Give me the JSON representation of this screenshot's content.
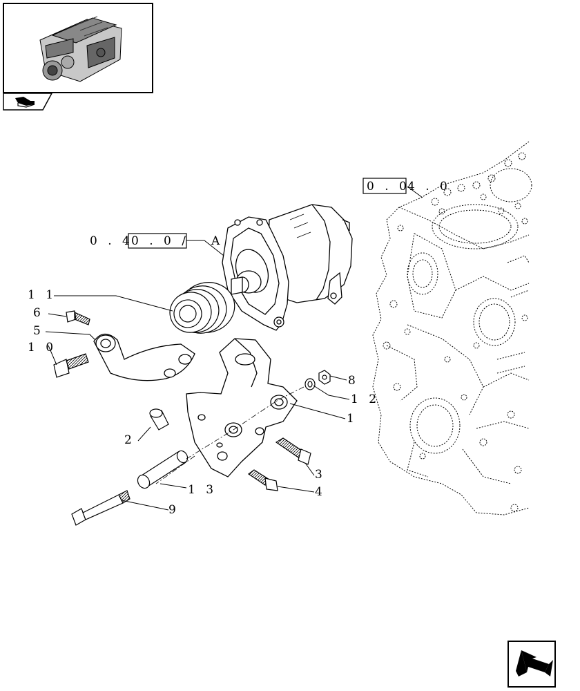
{
  "diagram": {
    "refs": {
      "alternator": {
        "prefix": "0 . 4",
        "boxed": "0 . 0 /",
        "suffix": "A"
      },
      "block": {
        "boxed": "0 . 0",
        "suffix": "4 . 0"
      }
    },
    "callouts": [
      "11",
      "6",
      "5",
      "10",
      "2",
      "9",
      "13",
      "4",
      "3",
      "1",
      "12",
      "8"
    ]
  },
  "colors": {
    "line": "#000000",
    "background": "#ffffff"
  },
  "icons": {
    "thumbnail": "engine-thumbnail-icon",
    "section": "section-tab-icon",
    "navigation": "next-page-arrow-icon"
  }
}
